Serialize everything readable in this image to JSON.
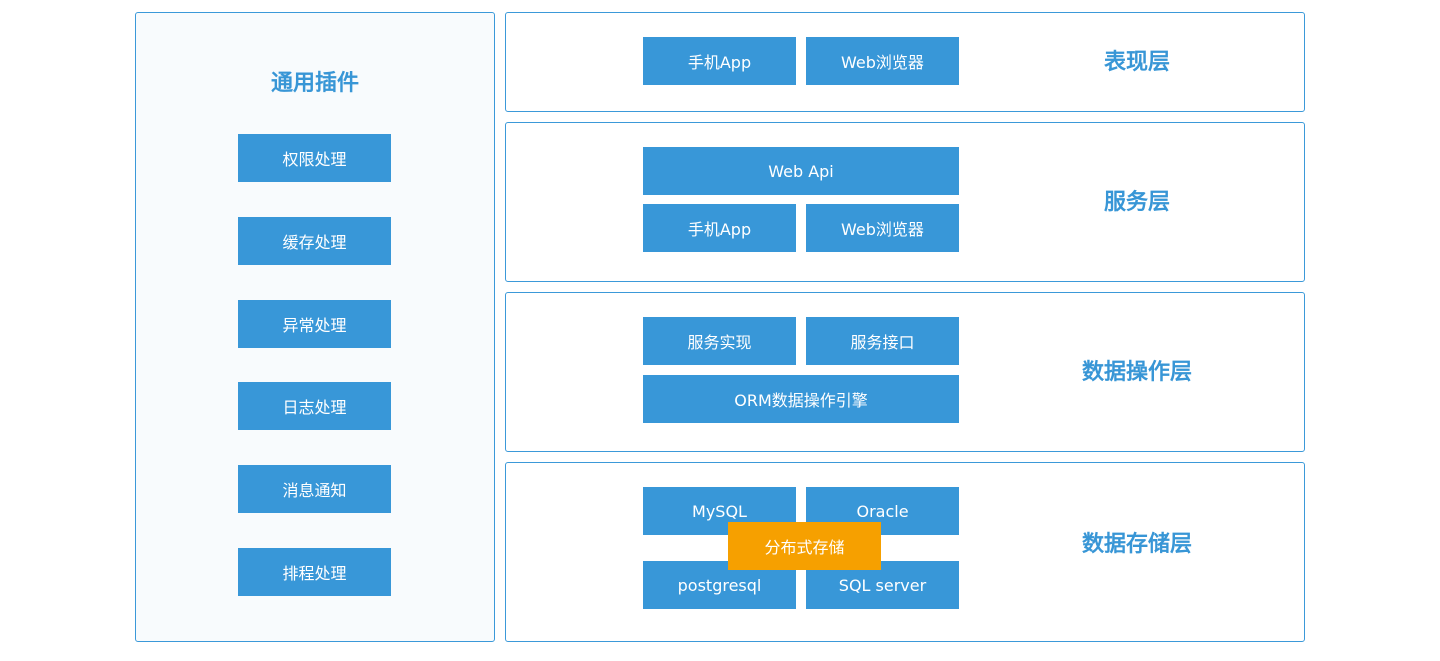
{
  "plugins": {
    "title": "通用插件",
    "items": [
      "权限处理",
      "缓存处理",
      "异常处理",
      "日志处理",
      "消息通知",
      "排程处理"
    ]
  },
  "layers": {
    "presentation": {
      "title": "表现层",
      "web_browser": "Web浏览器",
      "mobile_app": "手机App"
    },
    "service": {
      "title": "服务层",
      "web_api": "Web Api",
      "web_browser": "Web浏览器",
      "mobile_app": "手机App"
    },
    "data_operation": {
      "title": "数据操作层",
      "service_interface": "服务接口",
      "service_impl": "服务实现",
      "orm_engine": "ORM数据操作引擎"
    },
    "data_storage": {
      "title": "数据存储层",
      "oracle": "Oracle",
      "mysql": "MySQL",
      "sql_server": "SQL server",
      "postgresql": "postgresql",
      "distributed": "分布式存储"
    }
  },
  "colors": {
    "accent_blue": "#3897d8",
    "orange": "#f6a000",
    "border": "#3b99d9"
  }
}
